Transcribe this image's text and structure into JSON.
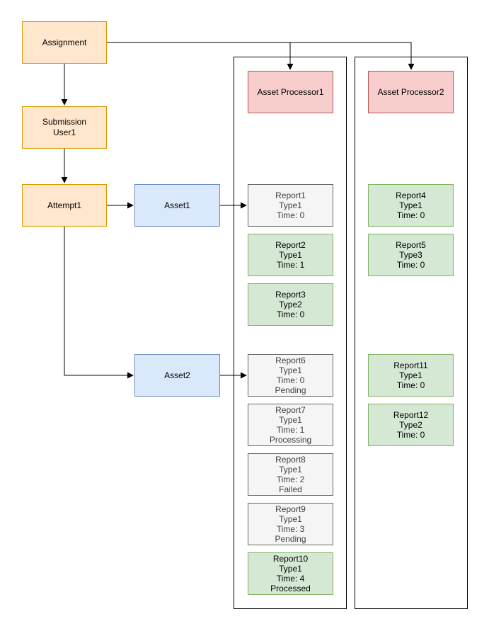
{
  "nodes": {
    "assignment": {
      "label": "Assignment"
    },
    "submission": {
      "label": "Submission\nUser1"
    },
    "attempt1": {
      "label": "Attempt1"
    },
    "asset1": {
      "label": "Asset1"
    },
    "asset2": {
      "label": "Asset2"
    },
    "processor1": {
      "label": "Asset Processor1"
    },
    "processor2": {
      "label": "Asset Processor2"
    }
  },
  "reports": {
    "report1": {
      "name": "Report1",
      "type": "Type1",
      "time": "Time: 0"
    },
    "report2": {
      "name": "Report2",
      "type": "Type1",
      "time": "Time: 1"
    },
    "report3": {
      "name": "Report3",
      "type": "Type2",
      "time": "Time: 0"
    },
    "report4": {
      "name": "Report4",
      "type": "Type1",
      "time": "Time: 0"
    },
    "report5": {
      "name": "Report5",
      "type": "Type3",
      "time": "Time: 0"
    },
    "report6": {
      "name": "Report6",
      "type": "Type1",
      "time": "Time: 0",
      "status": "Pending"
    },
    "report7": {
      "name": "Report7",
      "type": "Type1",
      "time": "Time: 1",
      "status": "Processing"
    },
    "report8": {
      "name": "Report8",
      "type": "Type1",
      "time": "Time: 2",
      "status": "Failed"
    },
    "report9": {
      "name": "Report9",
      "type": "Type1",
      "time": "Time: 3",
      "status": "Pending"
    },
    "report10": {
      "name": "Report10",
      "type": "Type1",
      "time": "Time: 4",
      "status": "Processed"
    },
    "report11": {
      "name": "Report11",
      "type": "Type1",
      "time": "Time: 0"
    },
    "report12": {
      "name": "Report12",
      "type": "Type2",
      "time": "Time: 0"
    }
  },
  "palette": {
    "orange": {
      "fill": "#FFE6CC",
      "border": "#D79B00",
      "text": "#000000"
    },
    "blue": {
      "fill": "#DAE8FC",
      "border": "#6C8EBF",
      "text": "#000000"
    },
    "red": {
      "fill": "#F8CECC",
      "border": "#B85450",
      "text": "#000000"
    },
    "green": {
      "fill": "#D5E8D4",
      "border": "#82B366",
      "text": "#000000"
    },
    "gray": {
      "fill": "#F5F5F5",
      "border": "#666666",
      "text": "#404040"
    },
    "edge": {
      "fill": "none",
      "border": "#000000",
      "text": "#000000"
    }
  }
}
